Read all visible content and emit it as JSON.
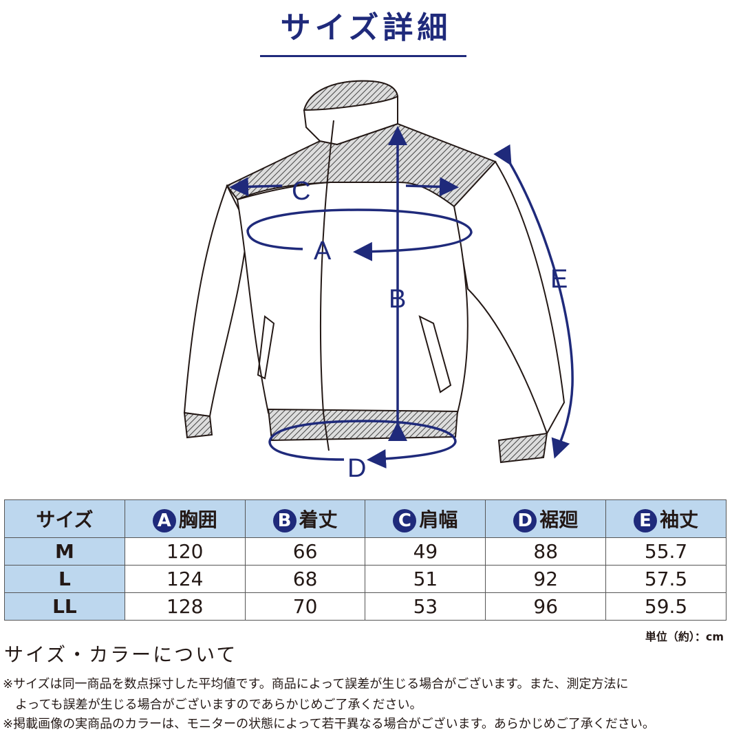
{
  "title": "サイズ詳細",
  "diagram_labels": {
    "a": "A",
    "b": "B",
    "c": "C",
    "d": "D",
    "e": "E"
  },
  "table": {
    "headers": [
      {
        "letter": "",
        "label": "サイズ"
      },
      {
        "letter": "A",
        "label": "胸囲"
      },
      {
        "letter": "B",
        "label": "着丈"
      },
      {
        "letter": "C",
        "label": "肩幅"
      },
      {
        "letter": "D",
        "label": "裾廻"
      },
      {
        "letter": "E",
        "label": "袖丈"
      }
    ],
    "rows": [
      [
        "M",
        "120",
        "66",
        "49",
        "88",
        "55.7"
      ],
      [
        "L",
        "124",
        "68",
        "51",
        "92",
        "57.5"
      ],
      [
        "LL",
        "128",
        "70",
        "53",
        "96",
        "59.5"
      ]
    ]
  },
  "unit": "単位（約）：cm",
  "section_title": "サイズ・カラーについて",
  "notes": [
    "※サイズは同一商品を数点採寸した平均値です。商品によって誤差が生じる場合がございます。また、測定方法に",
    "　よっても誤差が生じる場合がございますのであらかじめご了承ください。",
    "※掲載画像の実商品のカラーは、モニターの状態によって若干異なる場合がございます。あらかじめご了承ください。"
  ],
  "colors": {
    "accent": "#1f2a7b",
    "header_bg": "#bdd7ee"
  }
}
